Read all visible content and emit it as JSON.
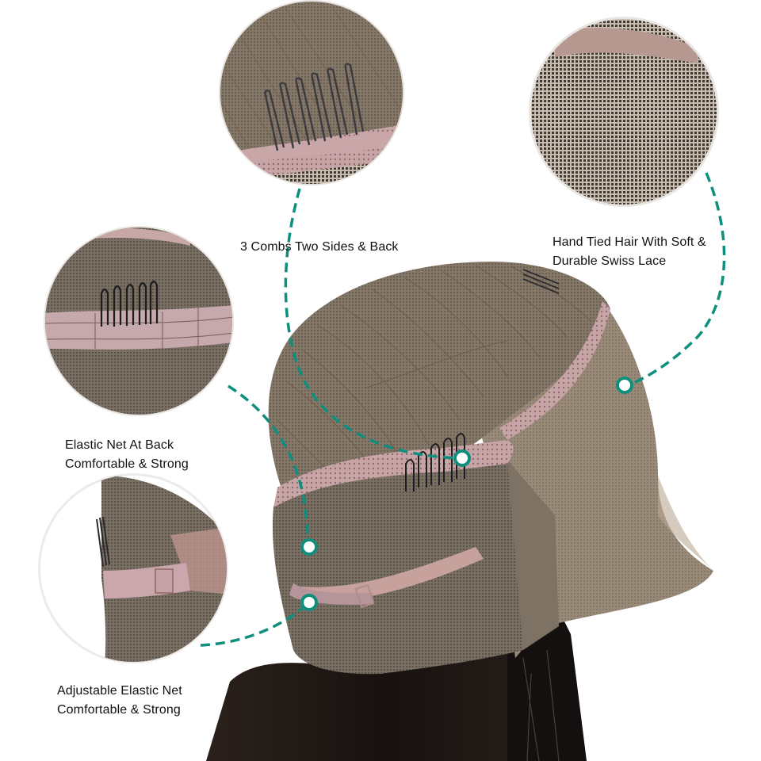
{
  "infographic": {
    "subject": "360 lace frontal wig cap construction",
    "colors": {
      "accent_teal": "#0e8f7e",
      "dot_fill": "#ffffff",
      "cap_mesh": "#8f8273",
      "cap_mesh_dark": "#5e554b",
      "lace_band_pink": "#c9a6a9",
      "hair_black": "#1d1816",
      "comb_metal": "#3a3a3e",
      "background": "#ffffff"
    },
    "callouts": [
      {
        "id": "combs",
        "lines": [
          "3 Combs Two Sides & Back"
        ],
        "circle": "top-center",
        "icon": "comb-closeup-image"
      },
      {
        "id": "swiss-lace",
        "lines": [
          "Hand Tied Hair With Soft &",
          "Durable Swiss Lace"
        ],
        "circle": "top-right",
        "icon": "lace-mesh-closeup-image"
      },
      {
        "id": "elastic-back",
        "lines": [
          "Elastic Net At Back",
          "Comfortable & Strong"
        ],
        "circle": "middle-left",
        "icon": "elastic-band-closeup-image"
      },
      {
        "id": "adjustable-elastic",
        "lines": [
          "Adjustable Elastic Net",
          "Comfortable & Strong"
        ],
        "circle": "bottom-left",
        "icon": "adjustable-strap-closeup-image"
      }
    ]
  }
}
